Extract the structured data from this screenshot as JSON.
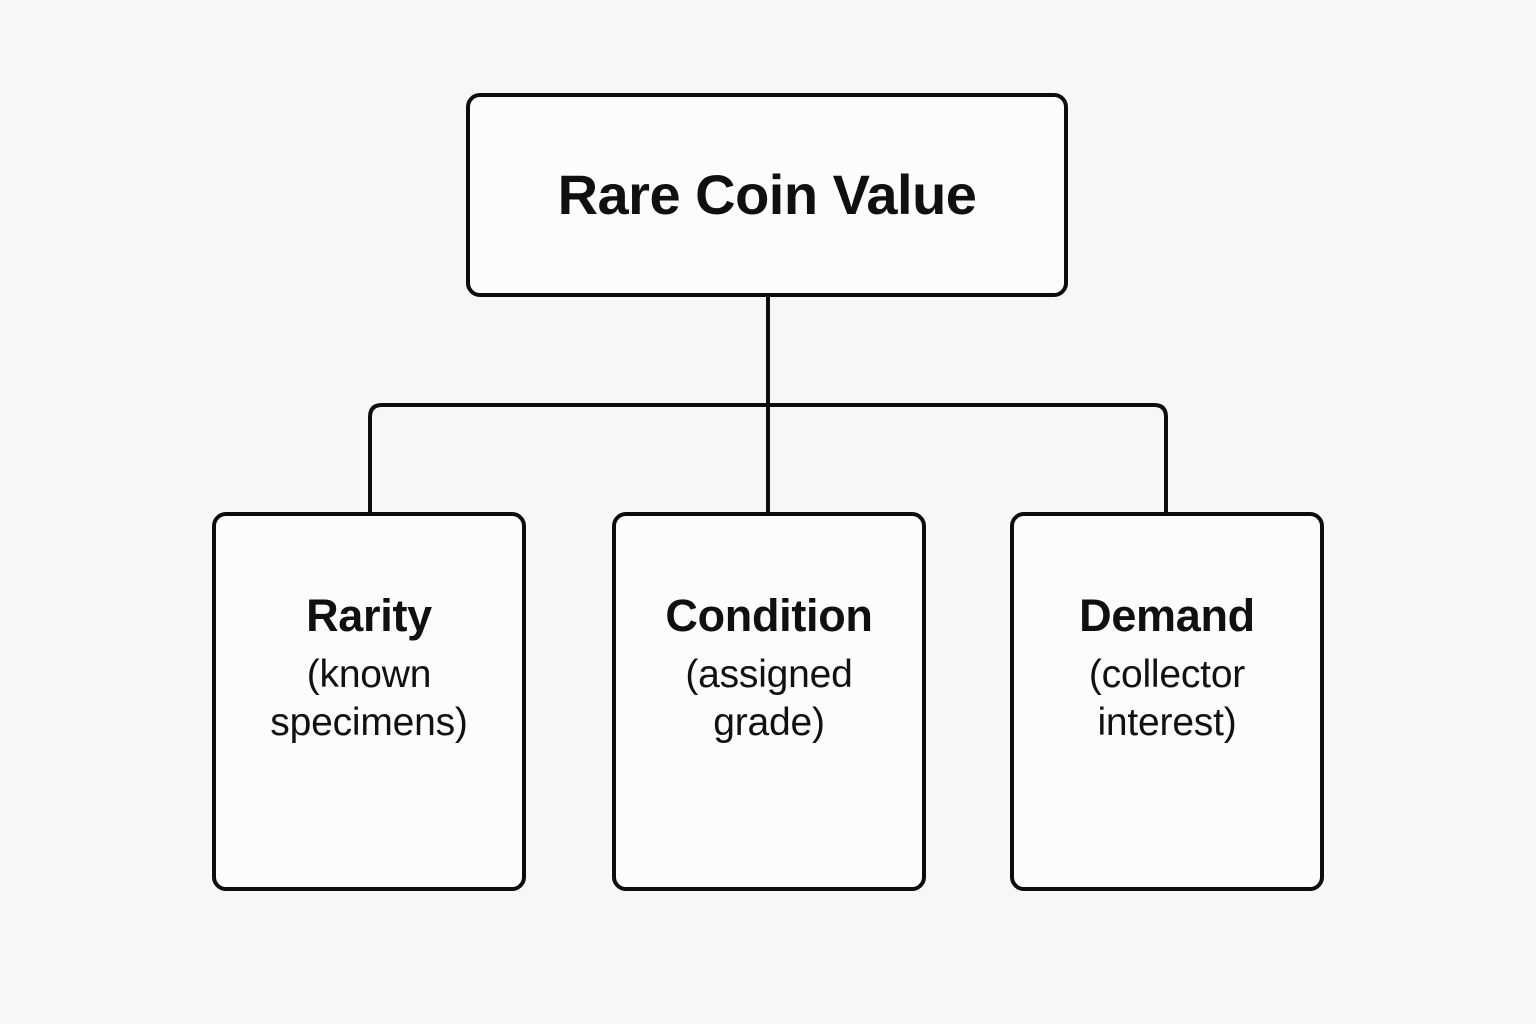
{
  "diagram": {
    "type": "hierarchy-tree",
    "background_color": "#f7f7f8",
    "node_fill_color": "#fcfcfd",
    "stroke_color": "#0d0d0d",
    "root": {
      "title": "Rare Coin Value"
    },
    "children": [
      {
        "title": "Rarity",
        "subtitle": "(known specimens)"
      },
      {
        "title": "Condition",
        "subtitle": "(assigned grade)"
      },
      {
        "title": "Demand",
        "subtitle": "(collector interest)"
      }
    ]
  }
}
